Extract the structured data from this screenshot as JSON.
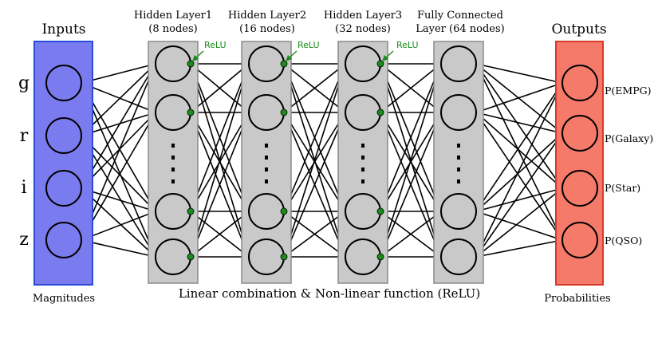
{
  "inputs": {
    "title": "Inputs",
    "caption": "Magnitudes",
    "labels": [
      "g",
      "r",
      "i",
      "z"
    ],
    "fill": "#7b7bf0",
    "stroke": "#2a4ad8"
  },
  "hidden": {
    "fill": "#c9c9c9",
    "stroke": "#8a8a8a",
    "layers": [
      {
        "title": "Hidden Layer1",
        "nodes": "(8 nodes)",
        "activation": "ReLU"
      },
      {
        "title": "Hidden Layer2",
        "nodes": "(16 nodes)",
        "activation": "ReLU"
      },
      {
        "title": "Hidden Layer3",
        "nodes": "(32 nodes)",
        "activation": "ReLU"
      },
      {
        "title": "Fully Connected",
        "nodes": "Layer (64 nodes)",
        "activation": ""
      }
    ]
  },
  "outputs": {
    "title": "Outputs",
    "caption": "Probabilities",
    "labels": [
      "P(EMPG)",
      "P(Galaxy)",
      "P(Star)",
      "P(QSO)"
    ],
    "fill": "#f57a6a",
    "stroke": "#d83a2a"
  },
  "footer": "Linear combination & Non-linear function (ReLU)",
  "colors": {
    "relu_dot": "#1a8c1a",
    "edge": "#000000"
  }
}
